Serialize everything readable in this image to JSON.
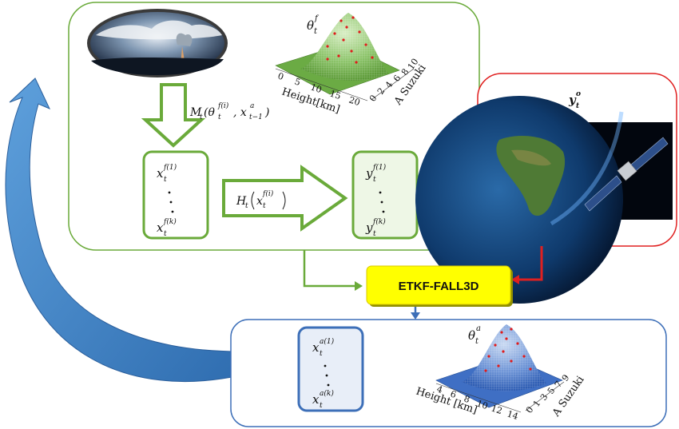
{
  "forecast_panel": {
    "surface_label": {
      "base": "θ",
      "sub": "t",
      "sup": "f"
    },
    "model_label": "M_t(θ_t^{f(i)}, x_{t-1}^a)",
    "model_parts": {
      "M": "M",
      "t": "t",
      "open": "(θ",
      "t2": "t",
      "fi": "f(i)",
      "comma": ", x",
      "tm1": "t−1",
      "a": "a",
      "close": ")"
    },
    "state_vector": {
      "top": "x",
      "top_sub": "t",
      "top_sup": "f(1)",
      "bottom": "x",
      "bottom_sub": "t",
      "bottom_sup": "f(k)"
    },
    "obs_operator": {
      "H": "H",
      "t": "t",
      "x": "x",
      "x_sub": "t",
      "x_sup": "f(i)"
    },
    "obs_vector": {
      "top": "y",
      "top_sub": "t",
      "top_sup": "f(1)",
      "bottom": "y",
      "bottom_sub": "t",
      "bottom_sup": "f(k)"
    },
    "x_axis": {
      "label": "Height[km]",
      "ticks": [
        "0",
        "5",
        "10",
        "15",
        "20"
      ]
    },
    "y_axis": {
      "label": "A Suzuki",
      "ticks": [
        "0",
        "2",
        "4",
        "6",
        "8",
        "10"
      ]
    }
  },
  "observation_panel": {
    "label": {
      "base": "y",
      "sub": "t",
      "sup": "o"
    }
  },
  "center_box": {
    "label": "ETKF-FALL3D"
  },
  "analysis_panel": {
    "surface_label": {
      "base": "θ",
      "sub": "t",
      "sup": "a"
    },
    "state_vector": {
      "top": "x",
      "top_sub": "t",
      "top_sup": "a(1)",
      "bottom": "x",
      "bottom_sub": "t",
      "bottom_sup": "a(k)"
    },
    "x_axis": {
      "label": "Height [km]",
      "ticks": [
        "4",
        "6",
        "8",
        "10",
        "12",
        "14"
      ]
    },
    "y_axis": {
      "label": "A Suzuki",
      "ticks": [
        "0",
        "1",
        "3",
        "5",
        "7",
        "9"
      ]
    }
  },
  "colors": {
    "forecast_border": "#6aaa3a",
    "observation_border": "#e02020",
    "analysis_border": "#3d6fb8",
    "center_fill": "#ffff00",
    "forecast_surface": "#6bab44",
    "analysis_surface": "#3f6fc4",
    "cycle_arrow": "#4f8fd0",
    "sample_points": "#e01b1b"
  }
}
